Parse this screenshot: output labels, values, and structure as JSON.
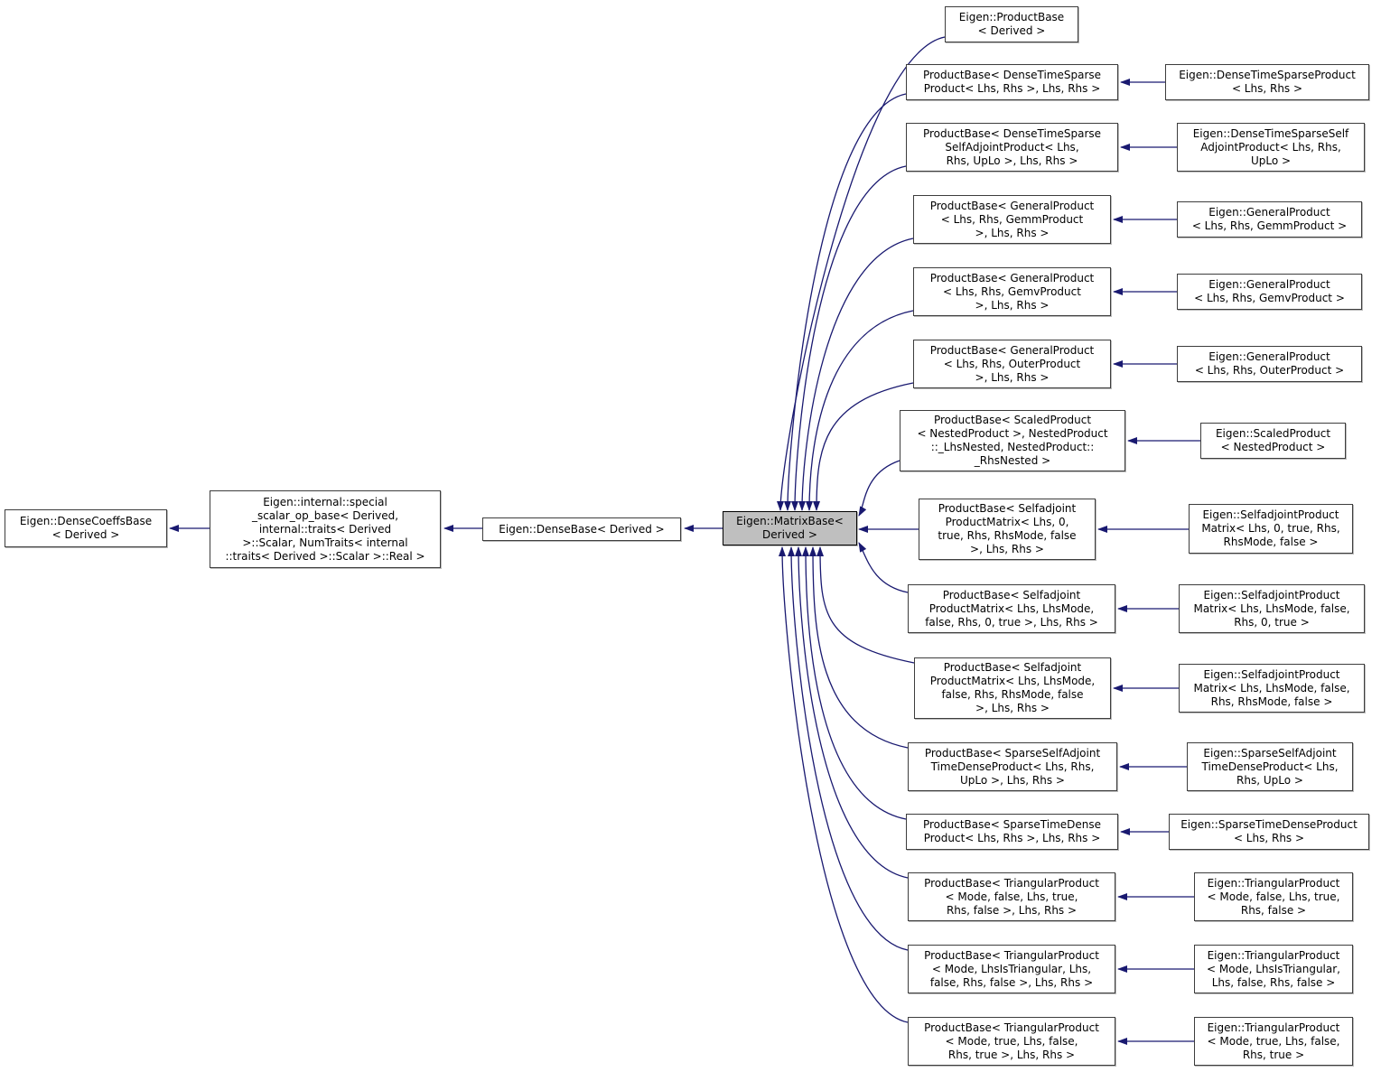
{
  "colors": {
    "edge": "#191970",
    "node_border": "#3d3d3d",
    "node_fill": "#ffffff",
    "highlight_fill": "#bfbfbf",
    "background": "#ffffff"
  },
  "chain": [
    {
      "label": "Eigen::DenseCoeffsBase\n< Derived >"
    },
    {
      "label": "Eigen::internal::special\n_scalar_op_base< Derived,\ninternal::traits< Derived\n>::Scalar, NumTraits< internal\n::traits< Derived >::Scalar >::Real >"
    },
    {
      "label": "Eigen::DenseBase< Derived >"
    },
    {
      "label": "Eigen::MatrixBase<\nDerived >",
      "highlighted": true
    }
  ],
  "rows": [
    {
      "base": "Eigen::ProductBase\n< Derived >",
      "derived": null
    },
    {
      "base": "ProductBase< DenseTimeSparse\nProduct< Lhs, Rhs >, Lhs, Rhs >",
      "derived": "Eigen::DenseTimeSparseProduct\n< Lhs, Rhs >"
    },
    {
      "base": "ProductBase< DenseTimeSparse\nSelfAdjointProduct< Lhs,\nRhs, UpLo >, Lhs, Rhs >",
      "derived": "Eigen::DenseTimeSparseSelf\nAdjointProduct< Lhs, Rhs,\nUpLo >"
    },
    {
      "base": "ProductBase< GeneralProduct\n< Lhs, Rhs, GemmProduct\n>, Lhs, Rhs >",
      "derived": "Eigen::GeneralProduct\n< Lhs, Rhs, GemmProduct >"
    },
    {
      "base": "ProductBase< GeneralProduct\n< Lhs, Rhs, GemvProduct\n>, Lhs, Rhs >",
      "derived": "Eigen::GeneralProduct\n< Lhs, Rhs, GemvProduct >"
    },
    {
      "base": "ProductBase< GeneralProduct\n< Lhs, Rhs, OuterProduct\n>, Lhs, Rhs >",
      "derived": "Eigen::GeneralProduct\n< Lhs, Rhs, OuterProduct >"
    },
    {
      "base": "ProductBase< ScaledProduct\n< NestedProduct >, NestedProduct\n::_LhsNested, NestedProduct::\n_RhsNested >",
      "derived": "Eigen::ScaledProduct\n< NestedProduct >"
    },
    {
      "base": "ProductBase< Selfadjoint\nProductMatrix< Lhs, 0,\ntrue, Rhs, RhsMode, false\n>, Lhs, Rhs >",
      "derived": "Eigen::SelfadjointProduct\nMatrix< Lhs, 0, true, Rhs,\nRhsMode, false >"
    },
    {
      "base": "ProductBase< Selfadjoint\nProductMatrix< Lhs, LhsMode,\nfalse, Rhs, 0, true >, Lhs, Rhs >",
      "derived": "Eigen::SelfadjointProduct\nMatrix< Lhs, LhsMode, false,\nRhs, 0, true >"
    },
    {
      "base": "ProductBase< Selfadjoint\nProductMatrix< Lhs, LhsMode,\nfalse, Rhs, RhsMode, false\n>, Lhs, Rhs >",
      "derived": "Eigen::SelfadjointProduct\nMatrix< Lhs, LhsMode, false,\nRhs, RhsMode, false >"
    },
    {
      "base": "ProductBase< SparseSelfAdjoint\nTimeDenseProduct< Lhs, Rhs,\nUpLo >, Lhs, Rhs >",
      "derived": "Eigen::SparseSelfAdjoint\nTimeDenseProduct< Lhs,\nRhs, UpLo >"
    },
    {
      "base": "ProductBase< SparseTimeDense\nProduct< Lhs, Rhs >, Lhs, Rhs >",
      "derived": "Eigen::SparseTimeDenseProduct\n< Lhs, Rhs >"
    },
    {
      "base": "ProductBase< TriangularProduct\n< Mode, false, Lhs, true,\nRhs, false >, Lhs, Rhs >",
      "derived": "Eigen::TriangularProduct\n< Mode, false, Lhs, true,\nRhs, false >"
    },
    {
      "base": "ProductBase< TriangularProduct\n< Mode, LhsIsTriangular, Lhs,\nfalse, Rhs, false >, Lhs, Rhs >",
      "derived": "Eigen::TriangularProduct\n< Mode, LhsIsTriangular,\nLhs, false, Rhs, false >"
    },
    {
      "base": "ProductBase< TriangularProduct\n< Mode, true, Lhs, false,\nRhs, true >, Lhs, Rhs >",
      "derived": "Eigen::TriangularProduct\n< Mode, true, Lhs, false,\nRhs, true >"
    }
  ]
}
